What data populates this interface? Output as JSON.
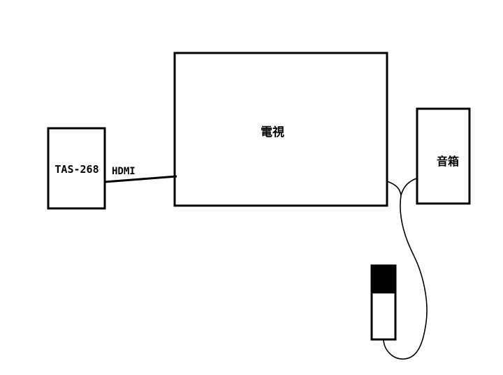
{
  "devices": {
    "source_label": "TAS-268",
    "tv_label": "電視",
    "speaker_label": "音箱"
  },
  "connections": {
    "hdmi_label": "HDMI"
  },
  "colors": {
    "stroke": "#000000",
    "background": "#ffffff"
  }
}
